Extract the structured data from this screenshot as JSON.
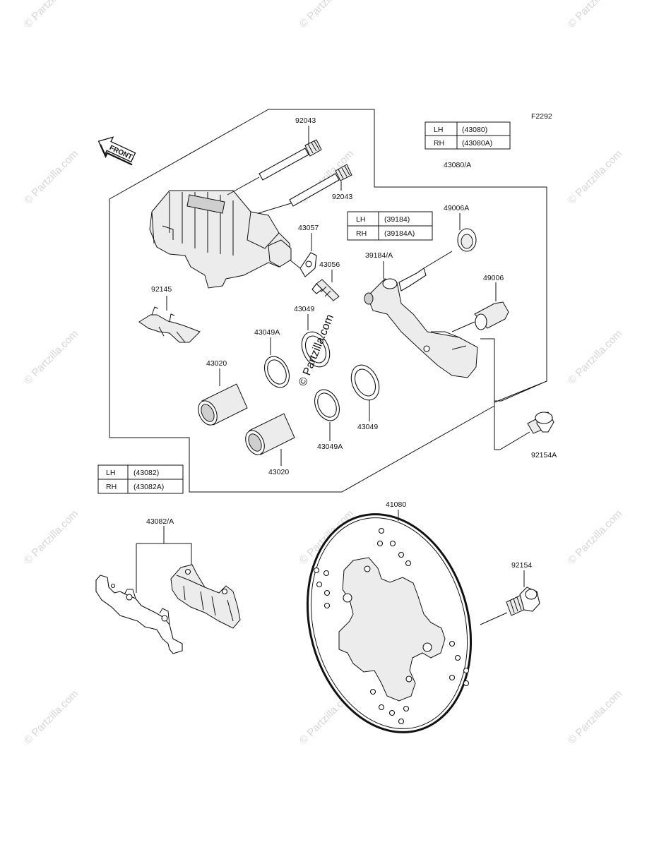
{
  "figure_code": "F2292",
  "front_label": "FRONT",
  "watermark": "© Partzilla.com",
  "center_watermark": "© Partzilla.com",
  "tables": {
    "assy_43080": [
      [
        "LH",
        "(43080)"
      ],
      [
        "RH",
        "(43080A)"
      ]
    ],
    "bracket_39184": [
      [
        "LH",
        "(39184)"
      ],
      [
        "RH",
        "(39184A)"
      ]
    ],
    "caliper_43082": [
      [
        "LH",
        "(43082)"
      ],
      [
        "RH",
        "(43082A)"
      ]
    ]
  },
  "labels": {
    "pin_top": "92043",
    "pin_lower": "92043",
    "assy": "43080/A",
    "boot_a": "49006A",
    "boot": "49006",
    "bracket": "39184/A",
    "bleeder_cap": "43057",
    "bleeder": "43056",
    "spring": "92145",
    "seal_a_upper": "43049A",
    "seal_upper": "43049",
    "piston_upper": "43020",
    "piston_lower": "43020",
    "seal_a_lower": "43049A",
    "seal_lower": "43049",
    "bolt_a": "92154A",
    "pads": "43082/A",
    "disc": "41080",
    "bolt": "92154"
  }
}
